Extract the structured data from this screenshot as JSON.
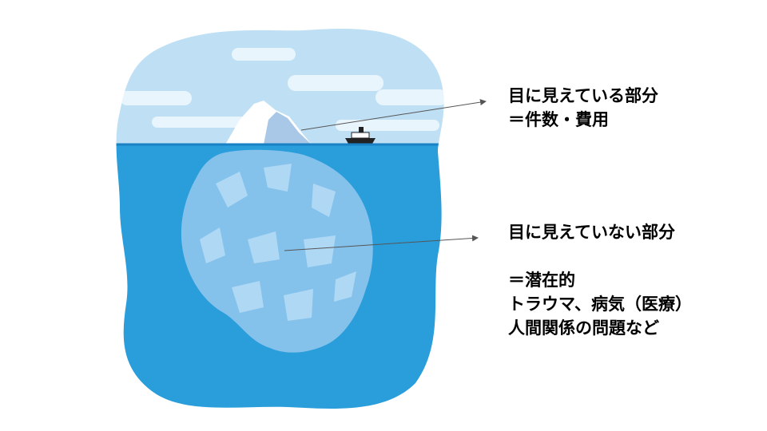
{
  "labels": {
    "above": {
      "heading": "目に見えている部分",
      "detail": "＝件数・費用"
    },
    "below": {
      "heading": "目に見えていない部分",
      "detail_1": "＝潜在的",
      "detail_2": "トラウマ、病気（医療）",
      "detail_3": "人間関係の問題など"
    }
  },
  "colors": {
    "sky": "#bfe0f4",
    "cloud": "#e9f5fc",
    "ocean": "#2a9ddb",
    "ocean_dark": "#1a82c4",
    "iceberg_above": "#ffffff",
    "iceberg_shadow": "#a9c7e6",
    "iceberg_below": "#8cc6ee",
    "pointer_line": "#555555",
    "ship": "#222222"
  }
}
